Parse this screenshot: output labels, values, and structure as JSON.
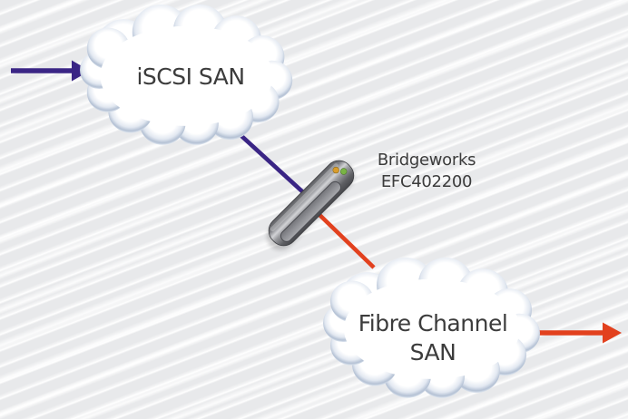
{
  "diagram": {
    "nodes": {
      "iscsi": {
        "type": "cloud",
        "label": "iSCSI SAN"
      },
      "bridge": {
        "type": "appliance",
        "line1": "Bridgeworks",
        "line2": "EFC402200"
      },
      "fc": {
        "type": "cloud",
        "line1": "Fibre Channel",
        "line2": "SAN"
      }
    },
    "links": [
      {
        "from": "external-left",
        "to": "iscsi",
        "style": "arrow",
        "color": "#3a2585"
      },
      {
        "from": "iscsi",
        "to": "bridge",
        "style": "line",
        "color": "#3a2585"
      },
      {
        "from": "bridge",
        "to": "fc",
        "style": "line",
        "color": "#e2411e"
      },
      {
        "from": "fc",
        "to": "external-right",
        "style": "arrow",
        "color": "#e2411e"
      }
    ],
    "icons": {
      "iscsi": "cloud-icon",
      "bridge": "bridge-appliance-icon",
      "fc": "cloud-icon",
      "bridge_leds": [
        "amber-led-icon",
        "green-led-icon"
      ]
    }
  },
  "colors": {
    "background": "#e8e9eb",
    "iscsi_purple": "#3a2585",
    "fc_orange": "#e2411e",
    "label_text": "#3c3c3c",
    "cloud_shade": "#b4c1d4",
    "device_dark": "#47484c",
    "device_light": "#d2d3d6",
    "led_amber": "#d99c2b",
    "led_green": "#79b544"
  }
}
